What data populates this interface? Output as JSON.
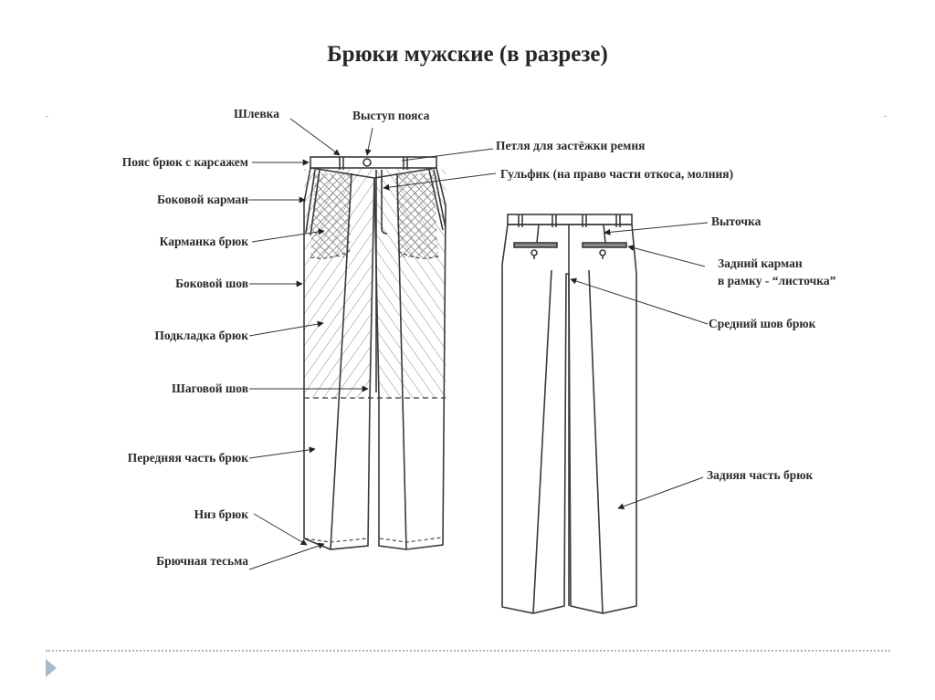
{
  "title": "Брюки мужские (в разрезе)",
  "front_labels": {
    "shlevka": "Шлевка",
    "vystup_poyasa": "Выступ пояса",
    "poyas": "Пояс брюк с карсажем",
    "bokovoy_karman": "Боковой карман",
    "karmanka": "Карманка брюк",
    "bokovoy_shov": "Боковой шов",
    "podkladka": "Подкладка брюк",
    "shagovoy_shov": "Шаговой шов",
    "perednyaya_chast": "Передняя часть брюк",
    "niz": "Низ брюк",
    "tesma": "Брючная тесьма",
    "petlya": "Петля для застёжки ремня",
    "gulfik": "Гульфик (на право части откоса, молния)"
  },
  "back_labels": {
    "vytochka": "Выточка",
    "zadniy_karman_line1": "Задний карман",
    "zadniy_karman_line2": "в рамку - “листочка”",
    "sredniy_shov": "Средний шов брюк",
    "zadnyaya_chast": "Задняя часть брюк"
  },
  "colors": {
    "line": "#3a3a3a",
    "hatch": "#8a8a8a",
    "nav_arrow": "#a7b9cc",
    "divider": "#aab3bd"
  }
}
